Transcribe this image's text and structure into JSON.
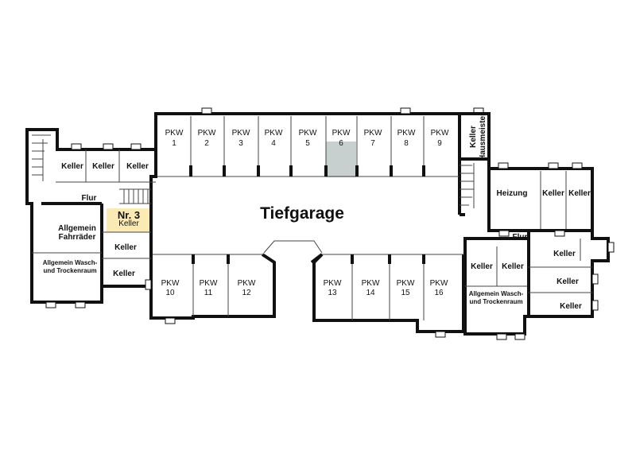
{
  "title": "Tiefgarage",
  "highlight": {
    "label": "Nr. 3",
    "sub": "Keller"
  },
  "colors": {
    "highlight_unit": "#fbeab4",
    "highlight_space": "#c8cfcf"
  },
  "parking_top": [
    {
      "l1": "PKW",
      "l2": "1"
    },
    {
      "l1": "PKW",
      "l2": "2"
    },
    {
      "l1": "PKW",
      "l2": "3"
    },
    {
      "l1": "PKW",
      "l2": "4"
    },
    {
      "l1": "PKW",
      "l2": "5"
    },
    {
      "l1": "PKW",
      "l2": "6"
    },
    {
      "l1": "PKW",
      "l2": "7"
    },
    {
      "l1": "PKW",
      "l2": "8"
    },
    {
      "l1": "PKW",
      "l2": "9"
    }
  ],
  "parking_bottom": [
    {
      "l1": "PKW",
      "l2": "10"
    },
    {
      "l1": "PKW",
      "l2": "11"
    },
    {
      "l1": "PKW",
      "l2": "12"
    },
    {
      "l1": "PKW",
      "l2": "13"
    },
    {
      "l1": "PKW",
      "l2": "14"
    },
    {
      "l1": "PKW",
      "l2": "15"
    },
    {
      "l1": "PKW",
      "l2": "16"
    }
  ],
  "left_wing": {
    "keller": [
      "Keller",
      "Keller",
      "Keller"
    ],
    "flur": "Flur",
    "fahrrad": [
      "Allgemein",
      "Fahrräder"
    ],
    "keller_right": [
      "Keller",
      "Keller"
    ],
    "wasch": [
      "Allgemein Wasch-",
      "und Trockenraum"
    ]
  },
  "right_wing": {
    "hausmeister": [
      "Keller",
      "Hausmeister"
    ],
    "heizung": "Heizung",
    "keller_top": [
      "Keller",
      "Keller"
    ],
    "flur": "Flur",
    "keller_mid": [
      "Keller",
      "Keller"
    ],
    "wasch": [
      "Allgemein Wasch-",
      "und Trockenraum"
    ],
    "keller_right": [
      "Keller",
      "Keller",
      "Keller"
    ]
  }
}
